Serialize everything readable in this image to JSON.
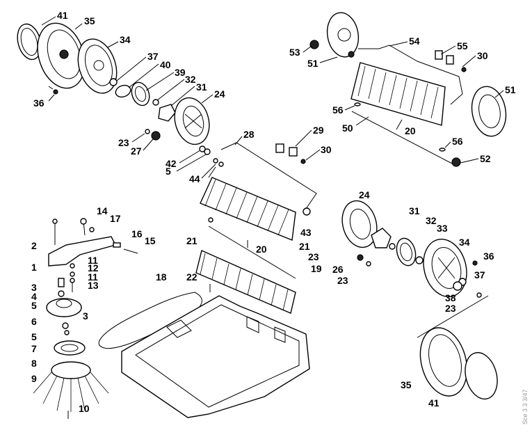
{
  "callouts": [
    "41",
    "35",
    "34",
    "37",
    "40",
    "39",
    "32",
    "31",
    "24",
    "36",
    "23",
    "27",
    "42",
    "5",
    "44",
    "28",
    "29",
    "30",
    "53",
    "54",
    "55",
    "30",
    "51",
    "51",
    "56",
    "50",
    "20",
    "56",
    "52",
    "24",
    "31",
    "32",
    "33",
    "34",
    "36",
    "37",
    "38",
    "23",
    "26",
    "23",
    "43",
    "23",
    "20",
    "21",
    "21",
    "19",
    "14",
    "17",
    "16",
    "15",
    "2",
    "1",
    "11",
    "12",
    "11",
    "13",
    "3",
    "4",
    "5",
    "6",
    "3",
    "5",
    "7",
    "8",
    "9",
    "10",
    "18",
    "22",
    "35",
    "41"
  ],
  "side_mark": "Sce 3 3 3/47"
}
